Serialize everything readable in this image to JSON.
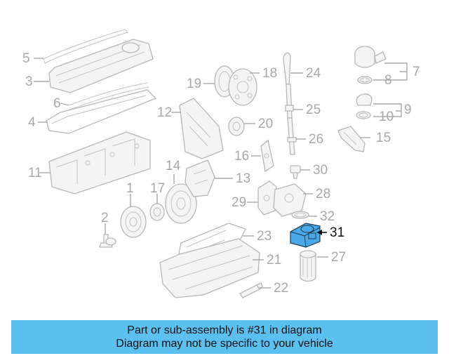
{
  "diagram": {
    "highlight_color": "#4aa9e6",
    "parts": [
      {
        "id": "5",
        "label": "5"
      },
      {
        "id": "3",
        "label": "3"
      },
      {
        "id": "6",
        "label": "6"
      },
      {
        "id": "4",
        "label": "4"
      },
      {
        "id": "11",
        "label": "11"
      },
      {
        "id": "12",
        "label": "12"
      },
      {
        "id": "19",
        "label": "19"
      },
      {
        "id": "18",
        "label": "18"
      },
      {
        "id": "20",
        "label": "20"
      },
      {
        "id": "24",
        "label": "24"
      },
      {
        "id": "25",
        "label": "25"
      },
      {
        "id": "26",
        "label": "26"
      },
      {
        "id": "7",
        "label": "7"
      },
      {
        "id": "8",
        "label": "8"
      },
      {
        "id": "9",
        "label": "9"
      },
      {
        "id": "10",
        "label": "10"
      },
      {
        "id": "15",
        "label": "15"
      },
      {
        "id": "16",
        "label": "16"
      },
      {
        "id": "30",
        "label": "30"
      },
      {
        "id": "14",
        "label": "14"
      },
      {
        "id": "13",
        "label": "13"
      },
      {
        "id": "1",
        "label": "1"
      },
      {
        "id": "17",
        "label": "17"
      },
      {
        "id": "29",
        "label": "29"
      },
      {
        "id": "28",
        "label": "28"
      },
      {
        "id": "32",
        "label": "32"
      },
      {
        "id": "31",
        "label": "31",
        "highlighted": true
      },
      {
        "id": "2",
        "label": "2"
      },
      {
        "id": "23",
        "label": "23"
      },
      {
        "id": "27",
        "label": "27"
      },
      {
        "id": "21",
        "label": "21"
      },
      {
        "id": "22",
        "label": "22"
      }
    ]
  },
  "banner": {
    "line1": "Part or sub-assembly is #31 in diagram",
    "line2": "Diagram may not be specific to your vehicle"
  }
}
